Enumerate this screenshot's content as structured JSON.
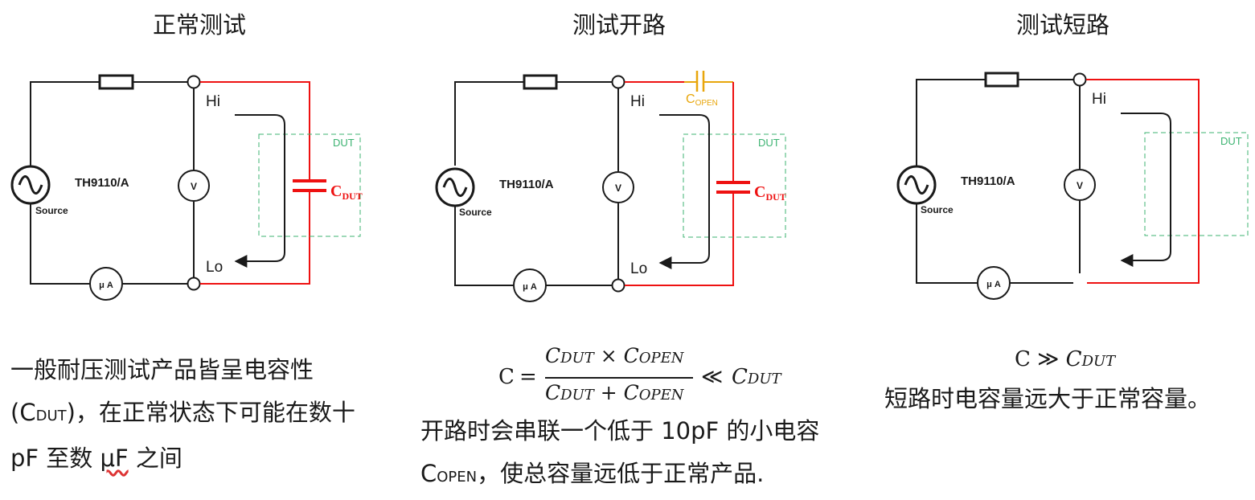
{
  "panels": {
    "normal": {
      "title": "正常测试",
      "model": "TH9110/A",
      "source_label": "Source",
      "voltmeter": "V",
      "ammeter": "μ A",
      "hi": "Hi",
      "lo": "Lo",
      "dut_box": "DUT",
      "cap_main": "C",
      "cap_sub": "DUT"
    },
    "open": {
      "title": "测试开路",
      "model": "TH9110/A",
      "source_label": "Source",
      "voltmeter": "V",
      "ammeter": "μ A",
      "hi": "Hi",
      "lo": "Lo",
      "dut_box": "DUT",
      "cap_main": "C",
      "cap_sub": "DUT",
      "copen_main": "C",
      "copen_sub": "OPEN"
    },
    "short": {
      "title": "测试短路",
      "model": "TH9110/A",
      "source_label": "Source",
      "voltmeter": "V",
      "ammeter": "μ A",
      "hi": "Hi",
      "dut_box": "DUT"
    }
  },
  "descriptions": {
    "normal": {
      "line1": "一般耐压测试产品皆呈电容性",
      "line2_a": "(C",
      "line2_sub": "DUT",
      "line2_b": ")，在正常状态下可能在数十",
      "line3_a": "pF 至数 ",
      "line3_u": "μF",
      "line3_b": " 之间"
    },
    "open": {
      "formula_c": "C",
      "formula_eq": "=",
      "num_c1": "C",
      "num_s1": "DUT",
      "num_op": " × ",
      "num_c2": "C",
      "num_s2": "OPEN",
      "den_c1": "C",
      "den_s1": "DUT",
      "den_op": " + ",
      "den_c2": "C",
      "den_s2": "OPEN",
      "ll": "≪",
      "rhs_c": "C",
      "rhs_s": "DUT",
      "line1": "开路时会串联一个低于 10pF 的小电容",
      "line2_a": "C",
      "line2_sub": "OPEN",
      "line2_b": "，使总容量远低于正常产品."
    },
    "short": {
      "formula_c": "C",
      "gg": "≫",
      "rhs_c": "C",
      "rhs_s": "DUT",
      "line1": "短路时电容量远大于正常容量。"
    }
  },
  "colors": {
    "wire": "#1a1a1a",
    "red": "#ee1111",
    "gold": "#e8a60c",
    "dut_green": "#3cb371"
  }
}
